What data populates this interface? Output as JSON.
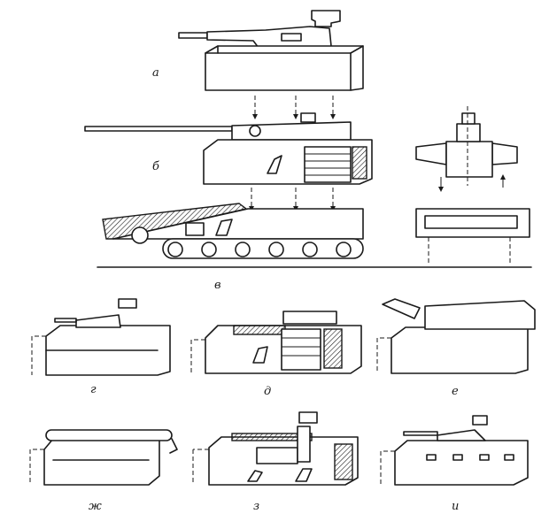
{
  "labels": {
    "a": "а",
    "b": "б",
    "v": "в",
    "g": "г",
    "d": "д",
    "e": "е",
    "zh": "ж",
    "z": "з",
    "i": "и"
  }
}
